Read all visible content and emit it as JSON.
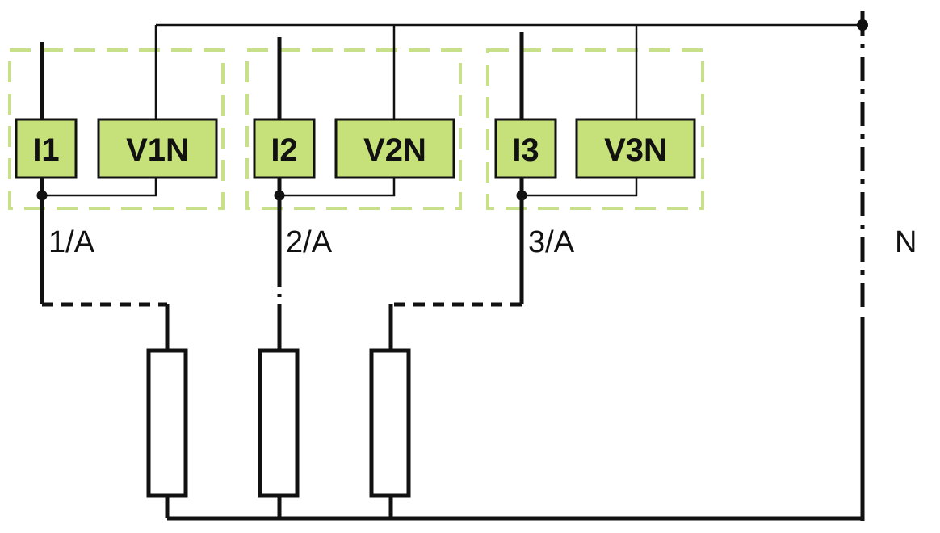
{
  "colors": {
    "module_fill": "#c6e07a",
    "module_border": "#111111",
    "group_dash": "#c8e08a",
    "wire": "#111111"
  },
  "channels": [
    {
      "current_label": "I1",
      "voltage_label": "V1N",
      "phase_label": "1/A"
    },
    {
      "current_label": "I2",
      "voltage_label": "V2N",
      "phase_label": "2/A"
    },
    {
      "current_label": "I3",
      "voltage_label": "V3N",
      "phase_label": "3/A"
    }
  ],
  "neutral_label": "N"
}
